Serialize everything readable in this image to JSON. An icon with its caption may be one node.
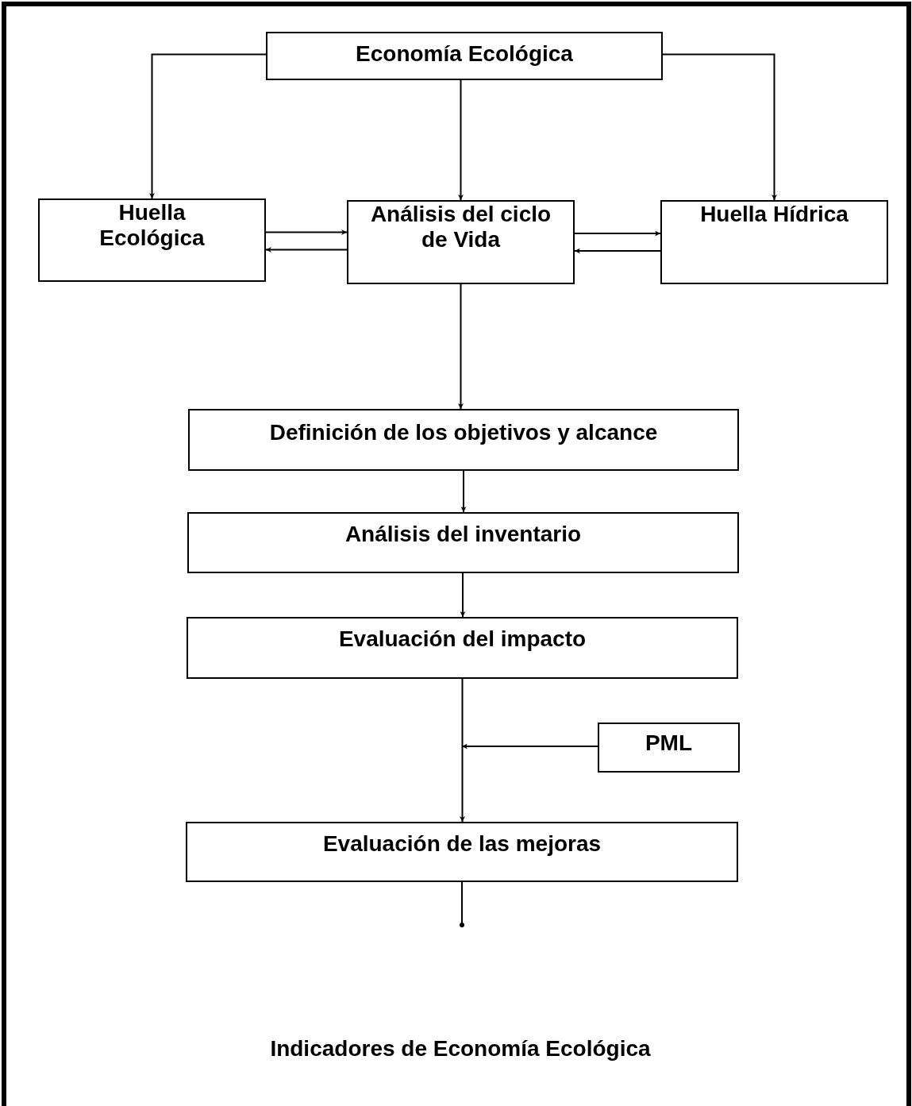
{
  "diagram": {
    "caption": "Indicadores de Economía Ecológica",
    "nodes": [
      {
        "text": [
          "Economía Ecológica"
        ]
      },
      {
        "text": [
          "Huella Ecológica"
        ]
      },
      {
        "text": [
          "Análisis del ciclo de Vida"
        ]
      },
      {
        "text": [
          "Huella Hídrica"
        ]
      },
      {
        "text": [
          "Definición de los objetivos y alcance"
        ]
      },
      {
        "text": [
          "Análisis del inventario"
        ]
      },
      {
        "text": [
          "Evaluación del impacto"
        ]
      },
      {
        "text": [
          "PML"
        ]
      },
      {
        "text": [
          "Evaluación de las mejoras"
        ]
      }
    ],
    "edges": [
      {
        "from": 0,
        "to": 1,
        "arrow": "to"
      },
      {
        "from": 0,
        "to": 2,
        "arrow": "to"
      },
      {
        "from": 0,
        "to": 3,
        "arrow": "to"
      },
      {
        "from": 1,
        "to": 2,
        "arrow": "to"
      },
      {
        "from": 2,
        "to": 1,
        "arrow": "to"
      },
      {
        "from": 2,
        "to": 3,
        "arrow": "to"
      },
      {
        "from": 3,
        "to": 2,
        "arrow": "to"
      },
      {
        "from": 2,
        "to": 4,
        "arrow": "to"
      },
      {
        "from": 4,
        "to": 5,
        "arrow": "to"
      },
      {
        "from": 5,
        "to": 6,
        "arrow": "to"
      },
      {
        "from": 6,
        "to": 8,
        "arrow": "to"
      },
      {
        "from": 7,
        "to": null,
        "arrow": "to"
      },
      {
        "from": 8,
        "to": null,
        "arrow": "other"
      }
    ]
  }
}
